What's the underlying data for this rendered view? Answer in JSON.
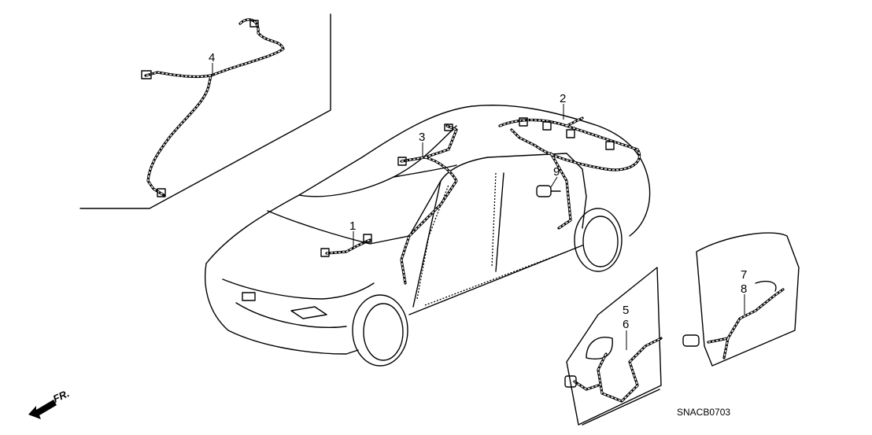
{
  "diagram": {
    "callouts": [
      {
        "id": "1",
        "label": "1"
      },
      {
        "id": "2",
        "label": "2"
      },
      {
        "id": "3",
        "label": "3"
      },
      {
        "id": "4",
        "label": "4"
      },
      {
        "id": "5",
        "label": "5"
      },
      {
        "id": "6",
        "label": "6"
      },
      {
        "id": "7",
        "label": "7"
      },
      {
        "id": "8",
        "label": "8"
      },
      {
        "id": "9",
        "label": "9"
      }
    ],
    "direction_label": "FR.",
    "diagram_code": "SNACB0703"
  }
}
